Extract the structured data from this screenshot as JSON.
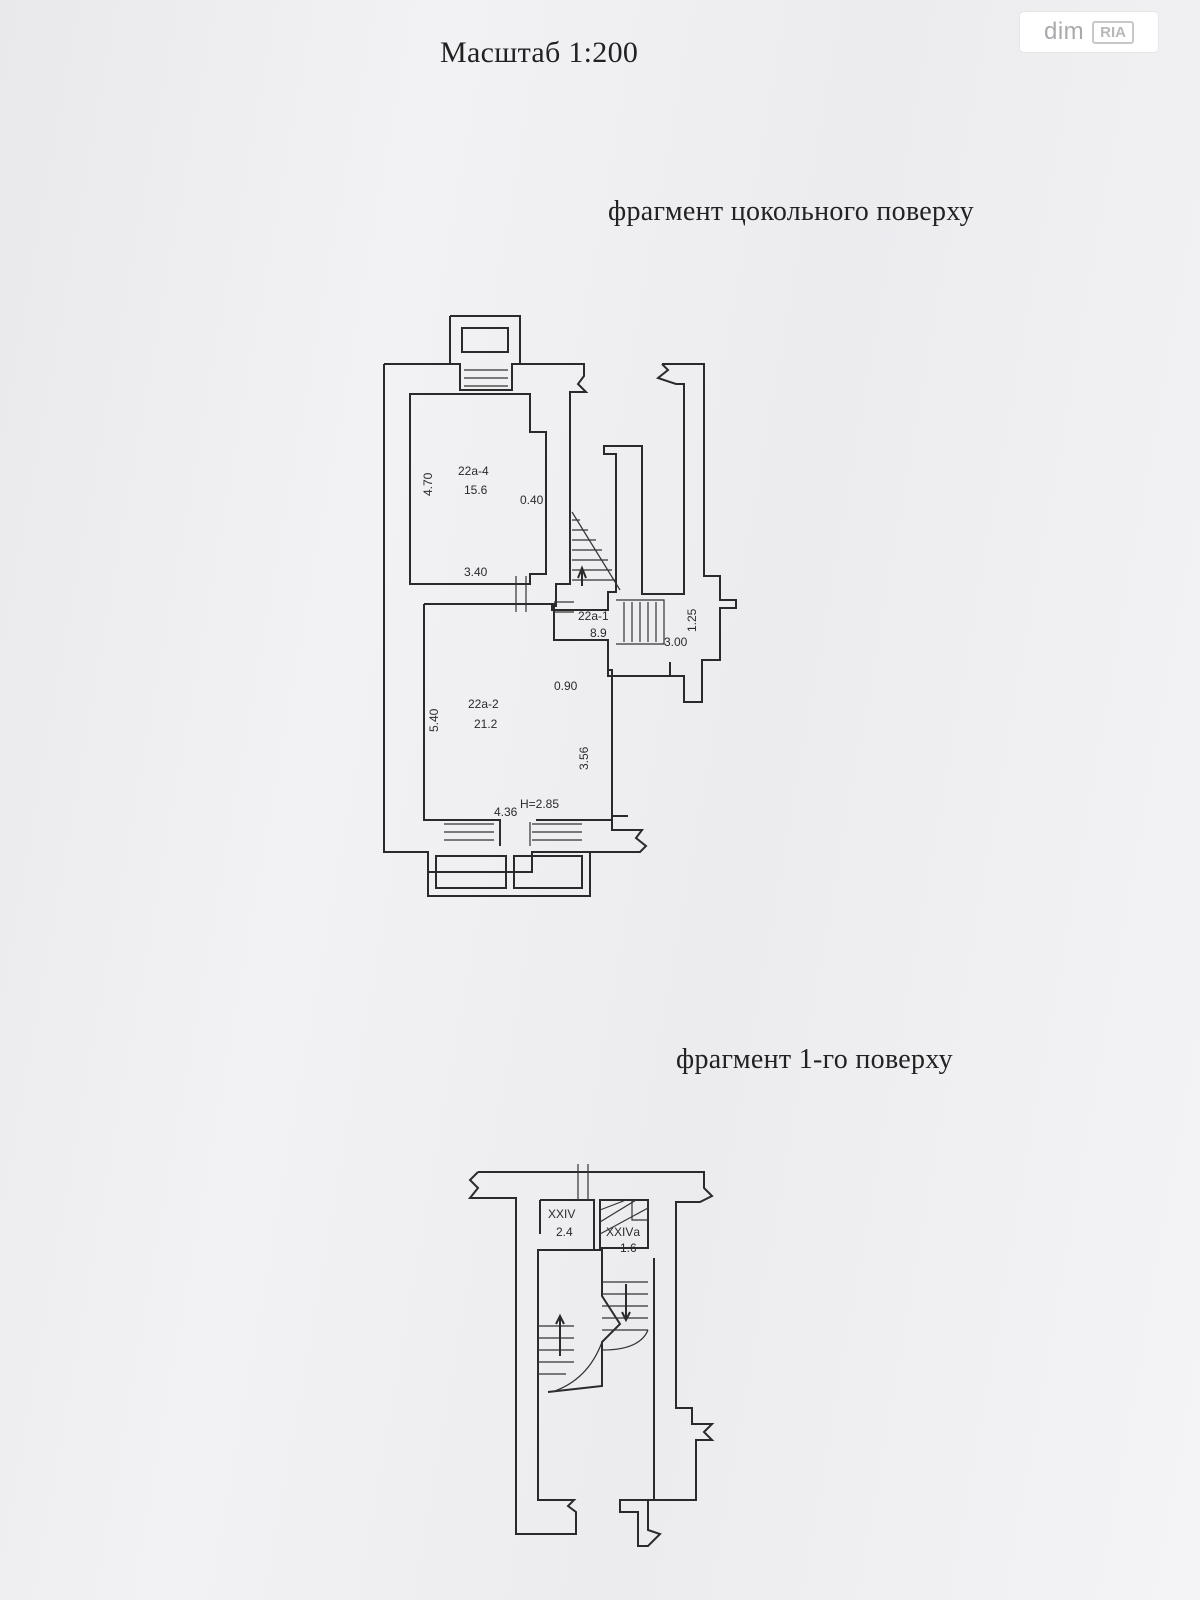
{
  "watermark": {
    "text_main": "dim",
    "text_badge": "RIA"
  },
  "scale_title": "Масштаб 1:200",
  "plan_basement": {
    "title": "фрагмент цокольного поверху",
    "rooms": [
      {
        "id": "22а-4",
        "area": "15.6"
      },
      {
        "id": "22а-2",
        "area": "21.2"
      },
      {
        "id": "22а-1",
        "area": "8.9"
      }
    ],
    "dimensions": [
      "4.70",
      "0.40",
      "3.40",
      "5.40",
      "0.90",
      "3.56",
      "4.36",
      "1.25",
      "3.00"
    ],
    "height_label": "H=2.85"
  },
  "plan_first": {
    "title": "фрагмент 1-го поверху",
    "rooms": [
      {
        "id": "XXIV",
        "area": "2.4"
      },
      {
        "id": "XXIVа",
        "area": "1.6"
      }
    ]
  }
}
